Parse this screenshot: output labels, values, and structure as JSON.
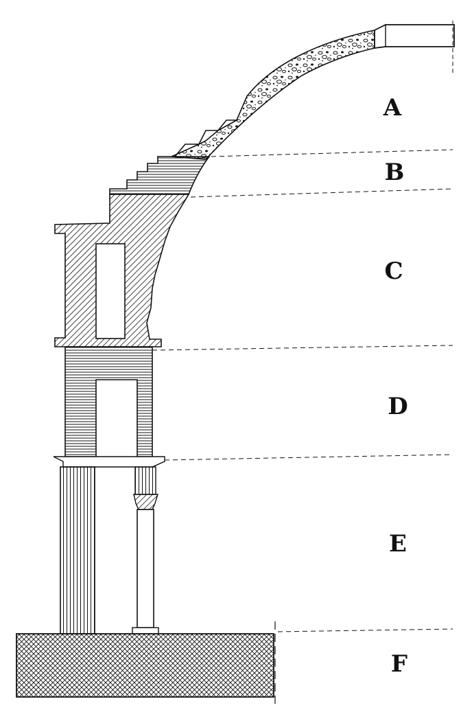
{
  "figure": {
    "labels": {
      "A": "A",
      "B": "B",
      "C": "C",
      "D": "D",
      "E": "E",
      "F": "F"
    },
    "colors": {
      "ink": "#111111",
      "paper": "#ffffff",
      "foundation_fill": "#d9d9d9"
    }
  }
}
